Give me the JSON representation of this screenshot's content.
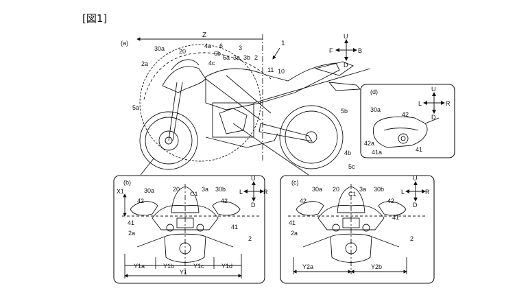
{
  "figure": {
    "title": "[図1]",
    "panel_a": {
      "id": "(a)",
      "dimension": "Z",
      "ref": "1",
      "labels": [
        "30a",
        "20",
        "4a",
        "6",
        "3",
        "2a",
        "4c",
        "6b",
        "6a",
        "3a",
        "3b",
        "2",
        "11",
        "10",
        "5a",
        "5b",
        "4b",
        "5c"
      ],
      "axes": {
        "up": "U",
        "down": "D",
        "front": "F",
        "back": "B"
      }
    },
    "panel_b": {
      "id": "(b)",
      "labels": [
        "X1",
        "30a",
        "20",
        "C1",
        "3a",
        "30b",
        "42",
        "42",
        "41",
        "41",
        "2a",
        "2"
      ],
      "dims": [
        "Y1a",
        "Y1b",
        "Y1c",
        "Y1d",
        "Y1"
      ],
      "axes": {
        "up": "U",
        "down": "D",
        "left": "L",
        "right": "R"
      }
    },
    "panel_c": {
      "id": "(c)",
      "labels": [
        "30a",
        "20",
        "C1",
        "3a",
        "30b",
        "42",
        "42",
        "41",
        "41",
        "2a",
        "2"
      ],
      "dims": [
        "Y2a",
        "Y2b"
      ],
      "axes": {
        "up": "U",
        "down": "D",
        "left": "L",
        "right": "R"
      }
    },
    "panel_d": {
      "id": "(d)",
      "labels": [
        "30a",
        "42",
        "42a",
        "41a",
        "41"
      ],
      "axes": {
        "up": "U",
        "down": "D",
        "left": "L",
        "right": "R"
      }
    }
  }
}
